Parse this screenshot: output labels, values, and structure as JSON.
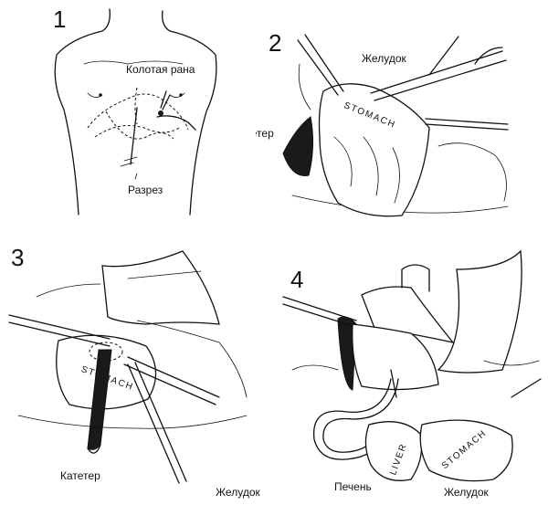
{
  "panels": [
    {
      "number": "1",
      "labels": {
        "wound": "Колотая рана",
        "incision": "Разрез"
      }
    },
    {
      "number": "2",
      "labels": {
        "stomach": "Желудок",
        "catheter": "Катетер"
      },
      "organ_text": "STOMACH"
    },
    {
      "number": "3",
      "labels": {
        "catheter": "Катетер",
        "stomach": "Желудок"
      },
      "organ_text": "STOMACH"
    },
    {
      "number": "4",
      "labels": {
        "liver": "Печень",
        "stomach": "Желудок"
      },
      "organ_text_liver": "LIVER",
      "organ_text_stomach": "STOMACH"
    }
  ]
}
